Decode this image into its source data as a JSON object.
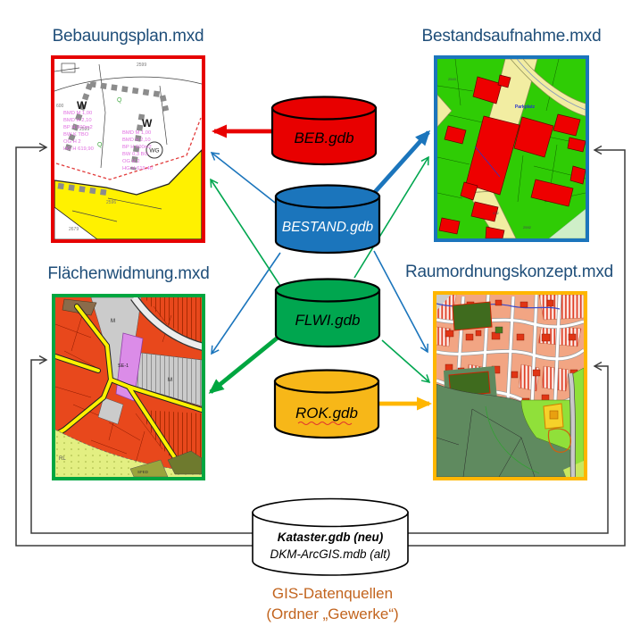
{
  "title_color": "#1F4E79",
  "maps": {
    "bebauungsplan": {
      "title": "Bebauungsplan.mxd",
      "border_color": "#E60000",
      "zone_labels": [
        "W",
        "W"
      ],
      "circle_label": "WG",
      "q_marks": [
        "Q",
        "Q"
      ],
      "parcel_numbers": [
        "2599",
        "2599",
        "600",
        "2596",
        "2679"
      ],
      "annotation_left": [
        "BMD M 1,00",
        "BMD H 2,10",
        "BP H 600m2",
        "BW K TBO",
        "OG H 2",
        "HG H 619,90"
      ],
      "annotation_right": [
        "BMD M 1,00",
        "BMD H 2,10",
        "BP H 600m2",
        "BW 0,3 BO",
        "OG H 2",
        "HG H 619,40"
      ]
    },
    "bestandsaufnahme": {
      "title": "Bestandsaufnahme.mxd",
      "border_color": "#1B75BC",
      "labels": [
        "Parkplatz"
      ],
      "parcel_numbers": [
        "2543",
        "472",
        "2592"
      ]
    },
    "flaechenwidmung": {
      "title": "Flächenwidmung.mxd",
      "border_color": "#00A640",
      "labels": [
        "M",
        "SE-1",
        "M",
        "RL",
        "SFED"
      ]
    },
    "raumordnungskonzept": {
      "title": "Raumordnungskonzept.mxd",
      "border_color": "#FFB600"
    }
  },
  "geodatabases": [
    {
      "label": "BEB.gdb",
      "fill": "#E80000",
      "text_color": "#000000"
    },
    {
      "label": "BESTAND.gdb",
      "fill": "#1B75BC",
      "text_color": "#FFFFFF"
    },
    {
      "label": "FLWI.gdb",
      "fill": "#00A64F",
      "text_color": "#000000"
    },
    {
      "label": "ROK.gdb",
      "fill": "#F7B718",
      "text_color": "#000000",
      "misspelling_underline": true
    }
  ],
  "source_database": {
    "name_new": "Kataster.gdb (neu)",
    "name_old": "DKM-ArcGIS.mdb (alt)"
  },
  "caption": {
    "line1": "GIS-Datenquellen",
    "line2": "(Ordner „Gewerke“)",
    "color": "#C2641E"
  },
  "arrow_colors": {
    "beb": "#E80000",
    "bestand": "#1B75BC",
    "flwi": "#00A640",
    "rok": "#FFB600",
    "kataster": "#3B3B3B"
  }
}
